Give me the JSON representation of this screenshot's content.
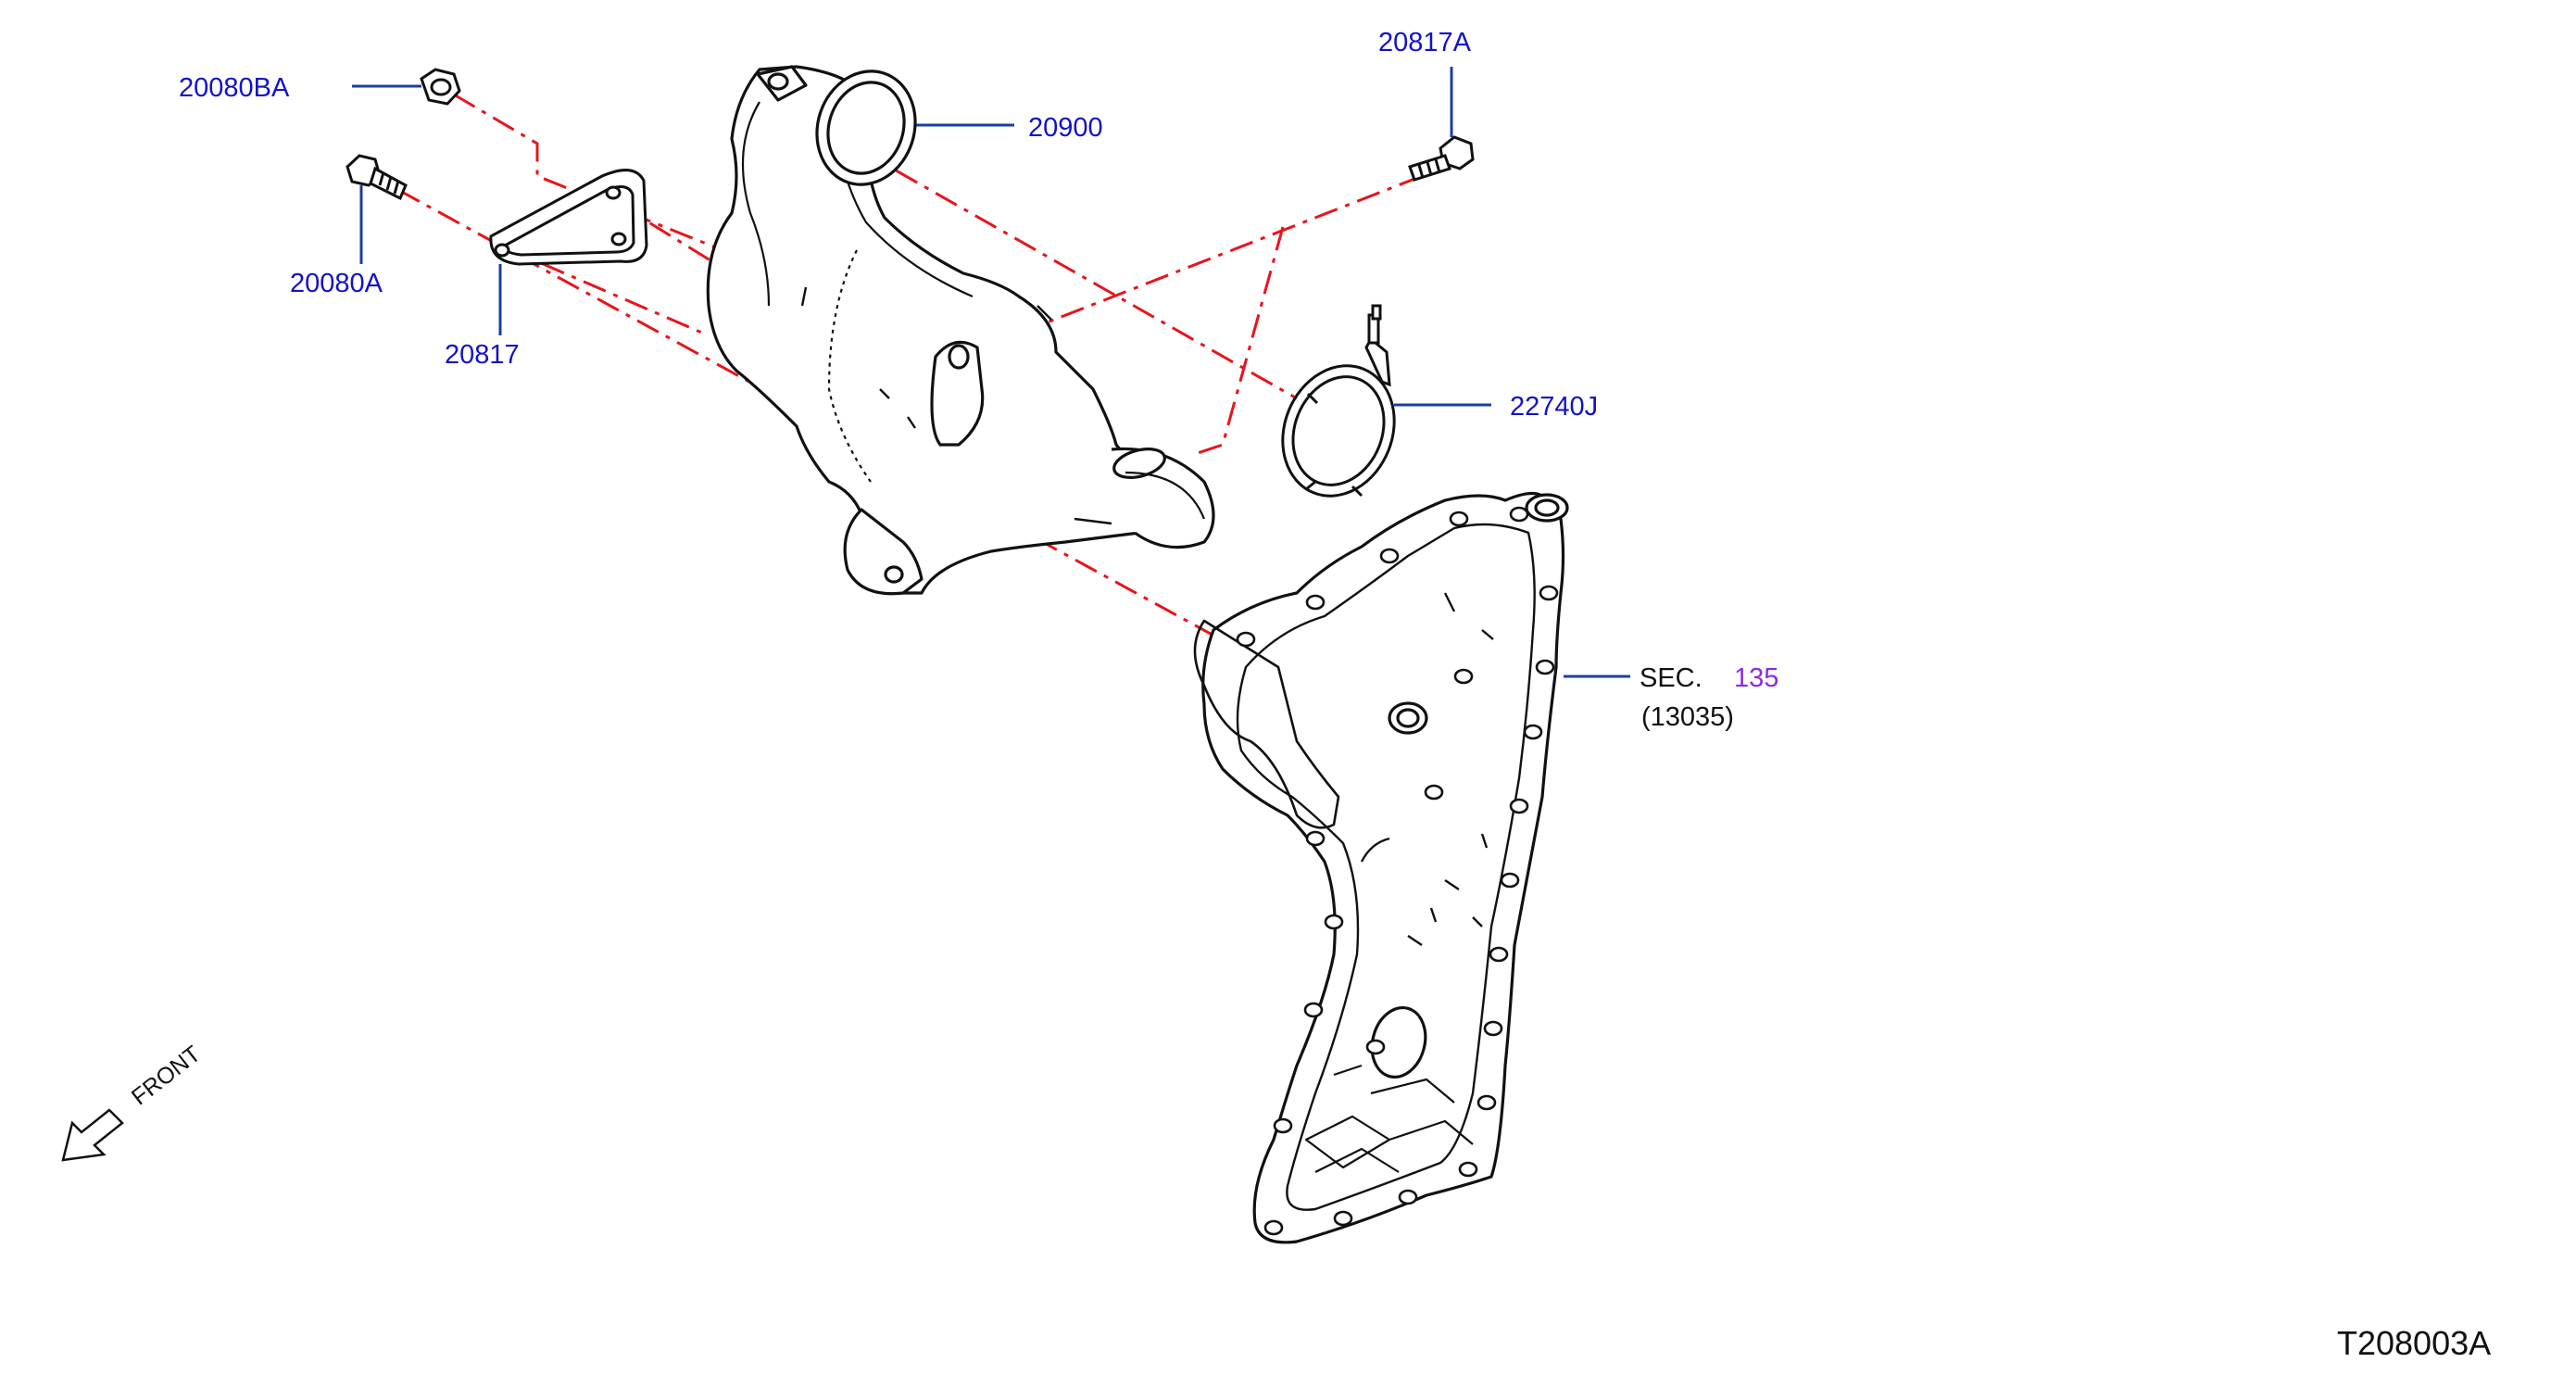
{
  "labels": {
    "nut_20080BA": "20080BA",
    "bolt_20080A": "20080A",
    "bracket_20817": "20817",
    "catalyst_20900": "20900",
    "bolt_20817A": "20817A",
    "gasket_22740J": "22740J",
    "section_prefix": "SEC.",
    "section_number": "135",
    "section_part": "(13035)",
    "front": "FRONT",
    "diagram_id": "T208003A"
  },
  "colors": {
    "callout": "#1212c8",
    "leader": "#1a3fa0",
    "guide": "#e8141c",
    "outline": "#111111",
    "section_number": "#8a2be2"
  }
}
